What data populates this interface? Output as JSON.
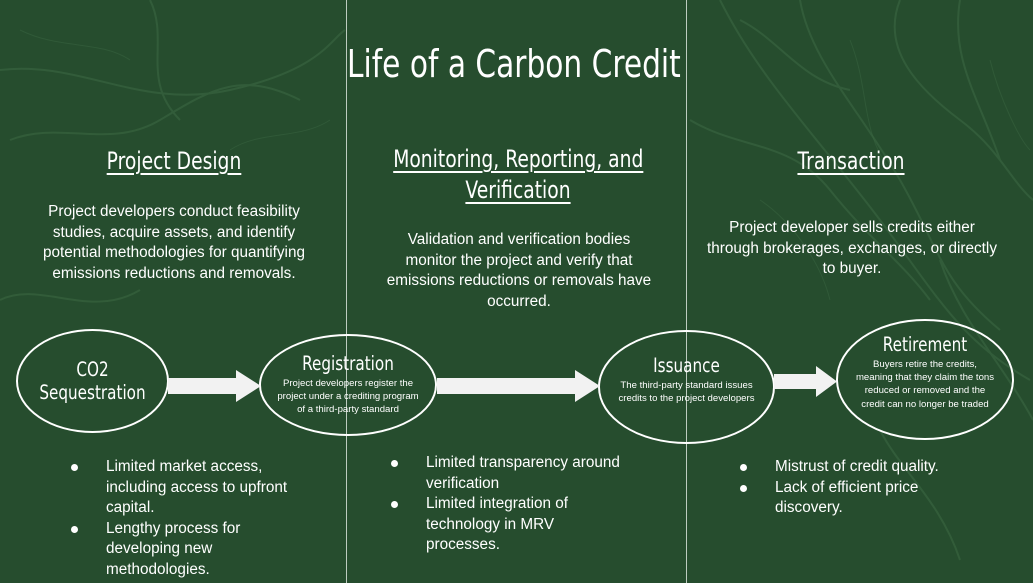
{
  "title": "Life of a Carbon Credit",
  "columns": [
    {
      "heading": "Project Design",
      "description": "Project developers conduct feasibility studies, acquire assets, and identify potential methodologies for quantifying emissions reductions and removals.",
      "challenges": [
        "Limited market access, including access to upfront capital.",
        "Lengthy process for developing new methodologies."
      ]
    },
    {
      "heading_line1": "Monitoring, Reporting, and",
      "heading_line2": "Verification",
      "description": "Validation and verification bodies monitor the project and verify that emissions reductions or removals have occurred.",
      "challenges": [
        "Limited transparency around verification",
        "Limited integration of technology in MRV processes."
      ]
    },
    {
      "heading": "Transaction",
      "description": "Project developer sells credits either through brokerages, exchanges, or directly to buyer.",
      "challenges": [
        "Mistrust of credit quality.",
        "Lack of efficient price discovery."
      ]
    }
  ],
  "stages": [
    {
      "name_line1": "CO2",
      "name_line2": "Sequestration"
    },
    {
      "name": "Registration",
      "description": "Project developers register the project under a crediting program of a third-party standard"
    },
    {
      "name": "Issuance",
      "description": "The third-party standard issues credits to the project developers"
    },
    {
      "name": "Retirement",
      "description": "Buyers retire the credits, meaning that they claim the tons reduced or removed and the credit can no longer be traded"
    }
  ],
  "colors": {
    "background": "#264d2e",
    "foreground": "#ffffff",
    "arrow": "#f2f2f2"
  }
}
